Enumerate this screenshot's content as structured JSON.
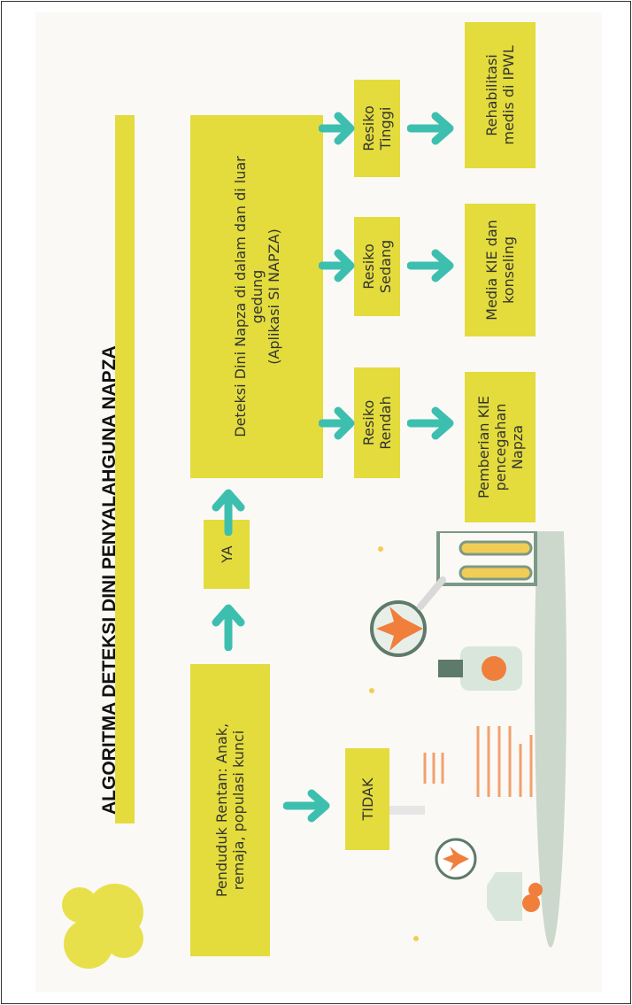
{
  "title": "ALGORITMA DETEKSI DINI PENYALAHGUNA NAPZA",
  "nodes": {
    "penduduk": "Penduduk Rentan: Anak,\nremaja, populasi kunci",
    "ya": "YA",
    "tidak": "TIDAK",
    "deteksi": "Deteksi Dini Napza di dalam dan di luar\ngedung\n(Aplikasi SI NAPZA)",
    "resiko_rendah": "Resiko\nRendah",
    "resiko_sedang": "Resiko\nSedang",
    "resiko_tinggi": "Resiko\nTinggi",
    "pemberian_kie": "Pemberian KIE\npencegahan\nNapza",
    "media_kie": "Media KIE dan\nkonseling",
    "rehabilitasi": "Rehabilitasi\nmedis di IPWL"
  },
  "colors": {
    "box": "#e3dc3c",
    "arrow": "#3dbfb0",
    "text": "#333333",
    "logo": "#e8e04a"
  }
}
